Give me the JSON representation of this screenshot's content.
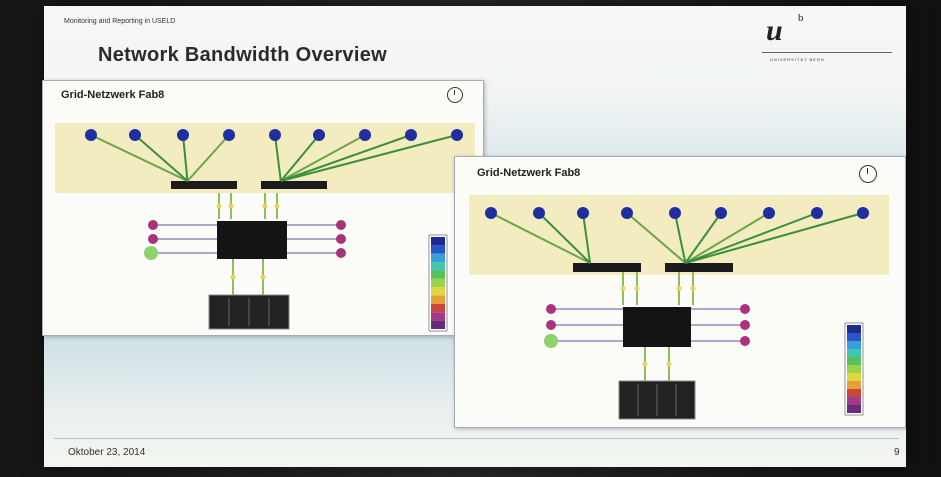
{
  "slide": {
    "header_text": "Monitoring and Reporting in USELD",
    "title": "Network Bandwidth Overview",
    "logo_letter": "u",
    "logo_superscript": "b",
    "logo_text": "UNIVERSITÄT BERN",
    "date": "Oktober 23, 2014",
    "page_number": "9"
  },
  "panels": [
    {
      "title": "Grid-Netzwerk Fab8"
    },
    {
      "title": "Grid-Netzwerk Fab8"
    }
  ],
  "colors": {
    "node": "#1f2fa0",
    "link_green": "#3b8f3b",
    "band": "#f2ecc0",
    "port_magenta": "#a8337a"
  }
}
